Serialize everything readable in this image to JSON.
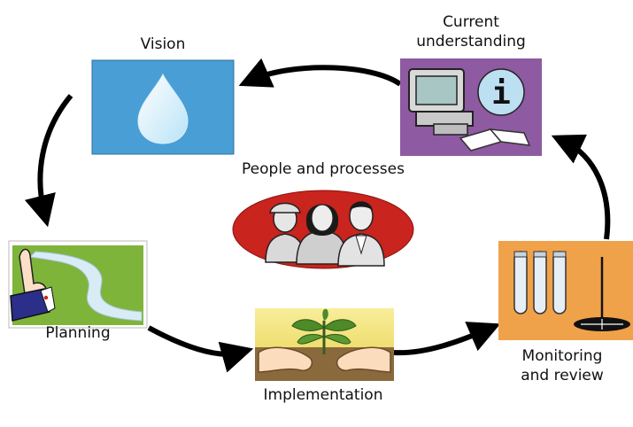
{
  "diagram": {
    "vision": {
      "label": "Vision"
    },
    "current": {
      "label_line1": "Current",
      "label_line2": "understanding",
      "info_glyph": "i"
    },
    "center": {
      "label": "People and processes"
    },
    "planning": {
      "label": "Planning"
    },
    "implementation": {
      "label": "Implementation"
    },
    "monitoring": {
      "label_line1": "Monitoring",
      "label_line2": "and review"
    }
  },
  "colors": {
    "vision_bg": "#4a9ed6",
    "current_bg": "#8e5aa1",
    "planning_bg": "#7fb43a",
    "implementation_bg": "#f3e37a",
    "monitoring_bg": "#f0a24a",
    "center_oval": "#c9241d",
    "arrow": "#000000"
  },
  "icons": [
    "water-drop-icon",
    "computer-icon",
    "info-icon",
    "book-icon",
    "pointing-hand-icon",
    "river-icon",
    "seedling-icon",
    "hands-icon",
    "test-tube-icon",
    "probe-icon",
    "people-icon"
  ]
}
